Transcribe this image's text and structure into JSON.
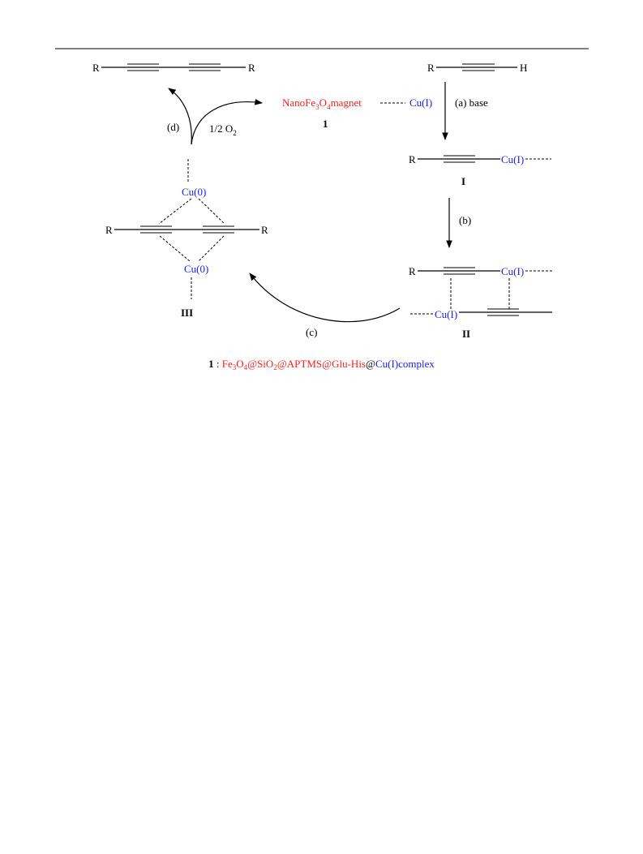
{
  "labels": {
    "R": "R",
    "H": "H",
    "catalyst_prefix": "NanoFe",
    "catalyst_sub3": "3",
    "catalyst_mid": "O",
    "catalyst_sub4": "4",
    "catalyst_suffix": "magnet",
    "cu_i": "Cu(I)",
    "cu_0": "Cu(0)",
    "compound_1": "1",
    "intermediate_I": "I",
    "intermediate_II": "II",
    "intermediate_III": "III",
    "step_a": "(a) base",
    "step_b": "(b)",
    "step_c": "(c)",
    "step_d": "(d)",
    "oxygen_prefix": "1/2 O",
    "oxygen_sub": "2"
  },
  "caption": {
    "num": "1",
    "sep": " : ",
    "fe": "Fe",
    "fe_sub": "3",
    "o": "O",
    "o_sub": "4",
    "si": "@SiO",
    "si_sub": "2",
    "rest_red": "@APTMS@Glu-His",
    "at": "@",
    "rest_blue": "Cu(I)complex"
  },
  "colors": {
    "red": "#ff1a1a",
    "blue": "#1a1aff",
    "line": "#000000"
  }
}
